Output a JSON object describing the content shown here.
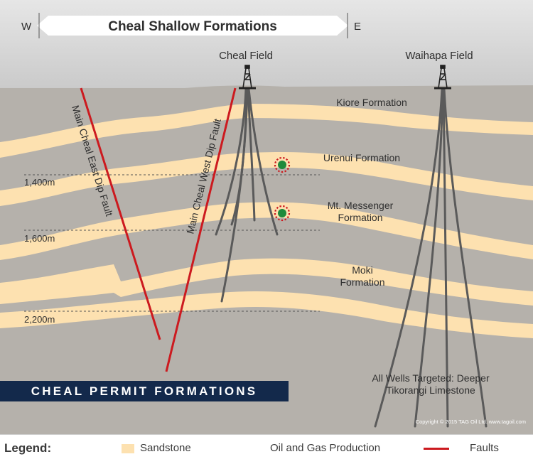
{
  "header": {
    "title": "Cheal Shallow Formations",
    "west": "W",
    "east": "E"
  },
  "fields": {
    "cheal": "Cheal Field",
    "waihapa": "Waihapa Field"
  },
  "formations": {
    "kiore": "Kiore Formation",
    "urenui": "Urenui Formation",
    "mt_messenger_1": "Mt. Messenger",
    "mt_messenger_2": "Formation",
    "moki_1": "Moki",
    "moki_2": "Formation",
    "target_1": "All Wells Targeted: Deeper",
    "target_2": "Tikorangi Limestone"
  },
  "depths": [
    "1,400m",
    "1,600m",
    "2,200m"
  ],
  "faults": {
    "east": "Main Cheal East Dip Fault",
    "west": "Main Cheal West Dip Fault"
  },
  "banner": "CHEAL PERMIT FORMATIONS",
  "copyright": "Copyright © 2015 TAG Oil Ltd. www.tagoil.com",
  "legend": {
    "title": "Legend:",
    "sandstone": "Sandstone",
    "production": "Oil and Gas Production",
    "faults": "Faults"
  },
  "colors": {
    "rock": "#b5b1ab",
    "sandstone": "#fde1b0",
    "fault": "#cc1a1f",
    "well": "#5a5a5a",
    "banner": "#13294b",
    "production_core": "#1f8a3c"
  }
}
